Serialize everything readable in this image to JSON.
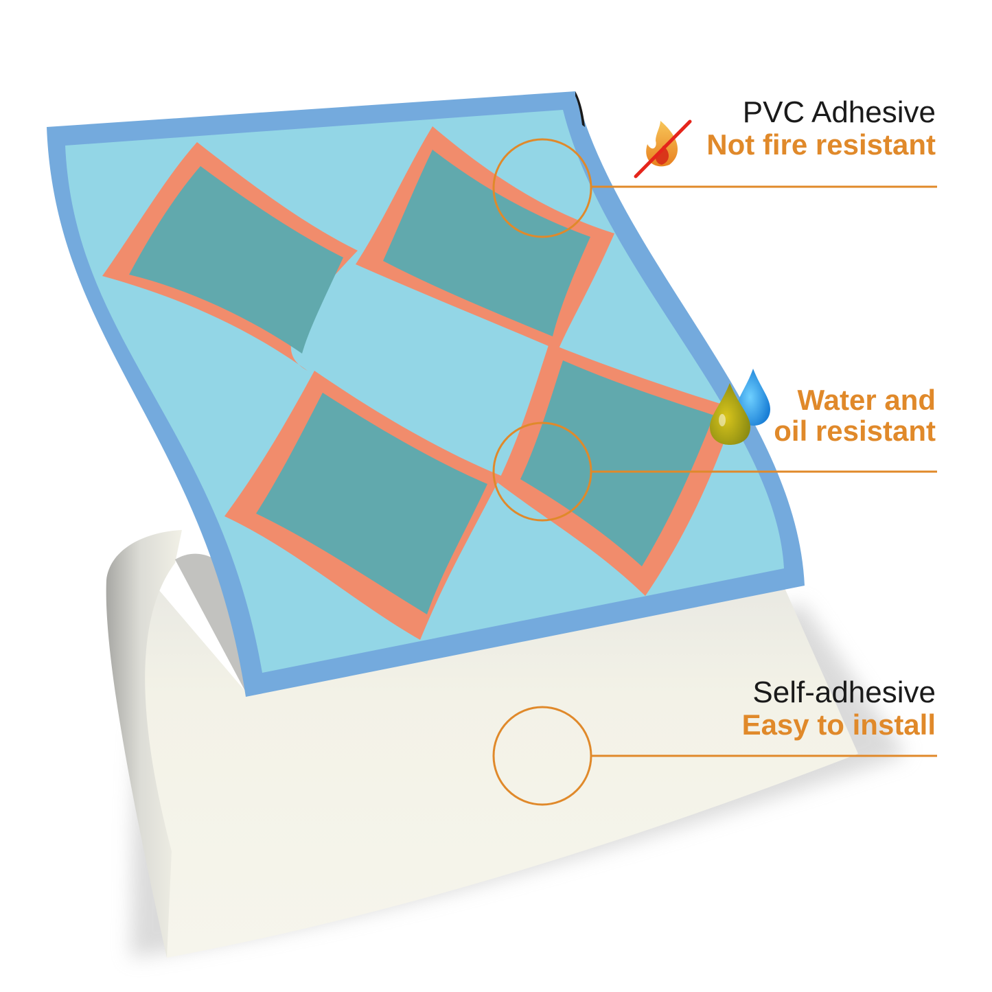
{
  "colors": {
    "accent": "#E0892A",
    "tile_border": "#74AADD",
    "tile_fill": "#93D6E6",
    "diamond_fill": "#61A9AD",
    "diamond_outline": "#F18C6C",
    "backing": "#F4F3E8",
    "text": "#1a1a1a"
  },
  "callouts": [
    {
      "icon": "no-fire-icon",
      "title": "PVC Adhesive",
      "highlight": "Not fire resistant"
    },
    {
      "icon": "water-oil-drops-icon",
      "title": "",
      "highlight_line1": "Water and",
      "highlight_line2": "oil resistant"
    },
    {
      "icon": "",
      "title": "Self-adhesive",
      "highlight": "Easy to install"
    }
  ]
}
